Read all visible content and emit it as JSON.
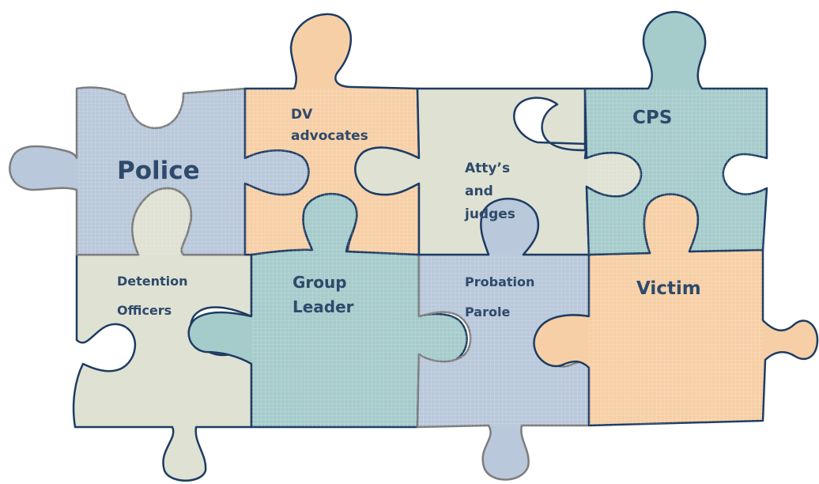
{
  "pieces": {
    "police": {
      "label": "Police"
    },
    "dv_advocates": {
      "line1": "DV",
      "line2": "advocates"
    },
    "attys_judges": {
      "line1": "Atty’s",
      "line2": "and",
      "line3": "judges"
    },
    "cps": {
      "label": "CPS"
    },
    "detention_officers": {
      "line1": "Detention",
      "line2": "Officers"
    },
    "group_leader": {
      "line1": "Group",
      "line2": "Leader"
    },
    "probation_parole": {
      "line1": "Probation",
      "line2": "Parole"
    },
    "victim": {
      "label": "Victim"
    }
  },
  "colors": {
    "blue_gray": "#b9c8da",
    "peach": "#f7cfa6",
    "sage": "#dfe1d3",
    "teal": "#a6cbcb",
    "outline_navy": "#1d3c63",
    "outline_gray": "#7d7d7d",
    "text": "#2e4a6b"
  }
}
